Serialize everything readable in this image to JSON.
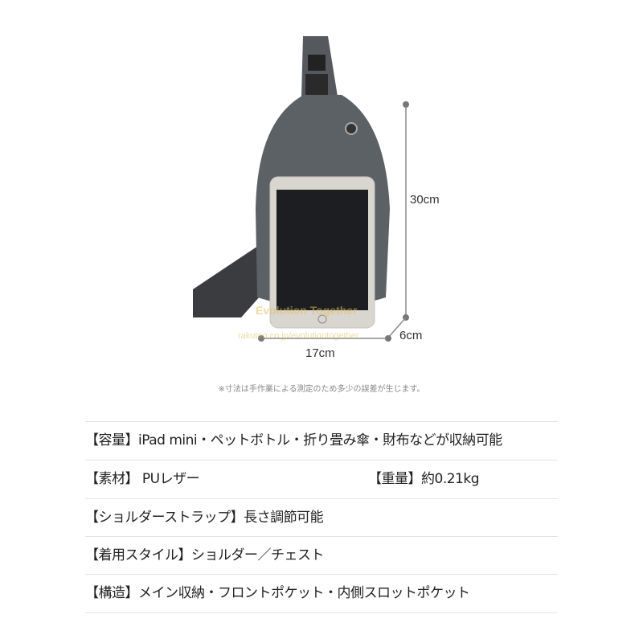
{
  "dimensions": {
    "height": "30cm",
    "width": "17cm",
    "depth": "6cm"
  },
  "watermark": {
    "brand": "Evolution Together",
    "url": "rakuten.co.jp/evolutiontogether"
  },
  "note": "※寸法は手作業による測定のため多少の誤差が生じます。",
  "specs": [
    {
      "text": "【容量】iPad mini・ペットボトル・折り畳み傘・財布などが収納可能"
    },
    {
      "text": "【素材】 PUレザー",
      "extra": "【重量】約0.21kg"
    },
    {
      "text": "【ショルダーストラップ】長さ調節可能"
    },
    {
      "text": "【着用スタイル】ショルダー／チェスト"
    },
    {
      "text": "【構造】メイン収納・フロントポケット・内側スロットポケット"
    }
  ],
  "colors": {
    "bag": "#5c6166",
    "strap": "#3a3c3f",
    "dimline": "#8a8a8a"
  }
}
